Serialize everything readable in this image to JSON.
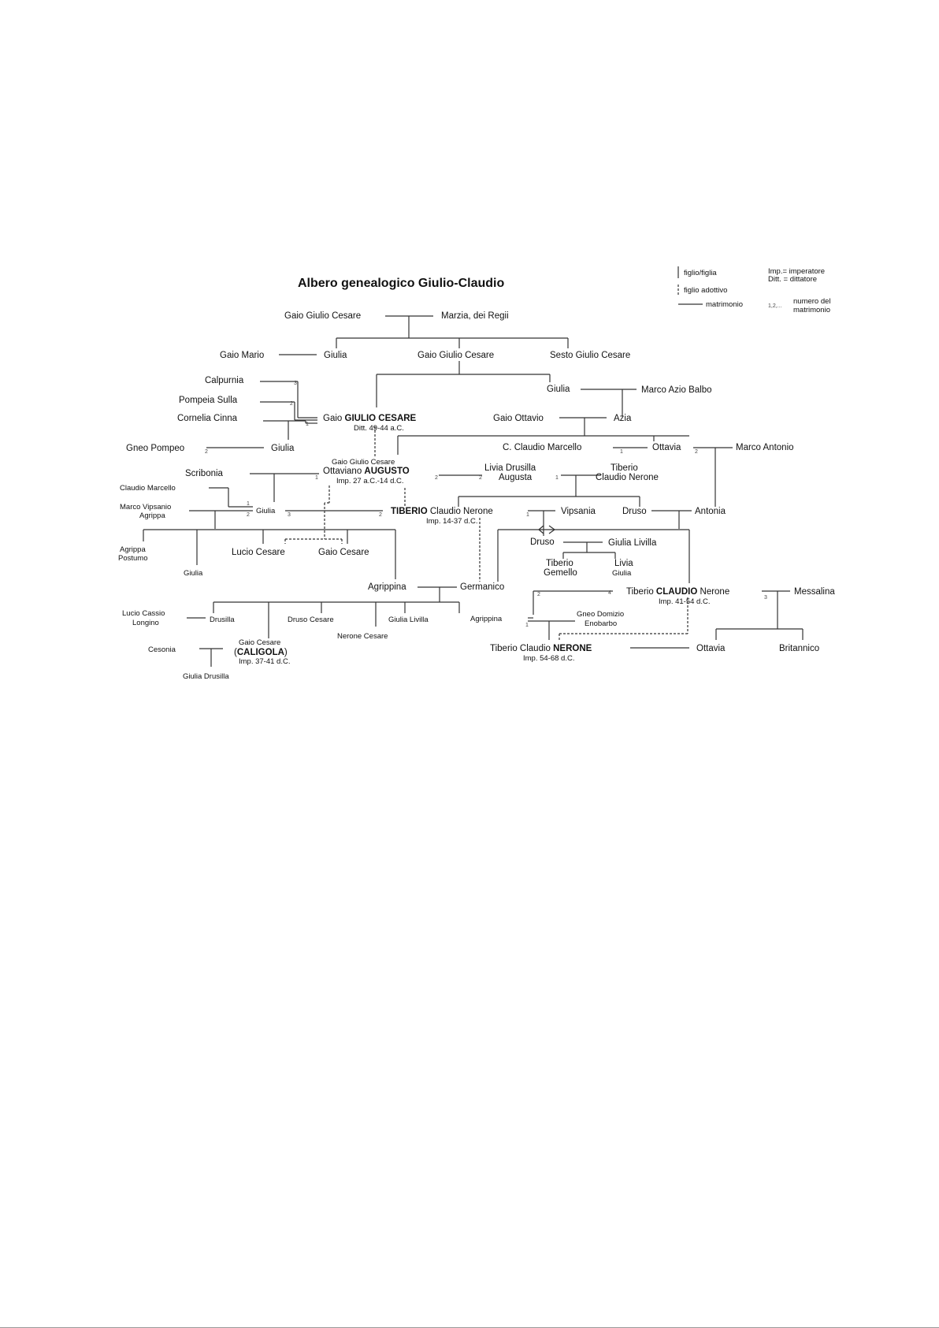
{
  "title": "Albero genealogico Giulio-Claudio",
  "legend": {
    "son": "figlio/figlia",
    "adopted": "figlio adottivo",
    "marriage": "matrimonio",
    "imp": "Imp.= imperatore",
    "ditt": "Ditt. = dittatore",
    "nums": "1,2,...",
    "num_label_1": "numero del",
    "num_label_2": "matrimonio"
  },
  "people": {
    "ggc_elder": "Gaio Giulio Cesare",
    "marzia": "Marzia, dei Regii",
    "gaio_mario": "Gaio Mario",
    "giulia_aunt": "Giulia",
    "ggc_father": "Gaio Giulio Cesare",
    "sesto": "Sesto Giulio Cesare",
    "calpurnia": "Calpurnia",
    "pompeia": "Pompeia Sulla",
    "cornelia": "Cornelia Cinna",
    "giulia_sister": "Giulia",
    "azio_balbo": "Marco Azio Balbo",
    "cesare_pre": "Gaio ",
    "cesare_bold": "GIULIO CESARE",
    "cesare_dates": "Ditt. 49-44 a.C.",
    "ottavio": "Gaio Ottavio",
    "azia": "Azia",
    "gneo_pompeo": "Gneo Pompeo",
    "giulia_pompeo": "Giulia",
    "marcello": "C. Claudio Marcello",
    "ottavia": "Ottavia",
    "antonio": "Marco Antonio",
    "aug_l1": "Gaio Giulio Cesare",
    "aug_pre": "Ottaviano ",
    "aug_bold": "AUGUSTO",
    "aug_dates": "Imp. 27 a.C.-14 d.C.",
    "scribonia": "Scribonia",
    "livia_1": "Livia Drusilla",
    "livia_2": "Augusta",
    "tib_nero_1": "Tiberio",
    "tib_nero_2": "Claudio Nerone",
    "claudio_marcello": "Claudio Marcello",
    "agrippa_1": "Marco Vipsanio",
    "agrippa_2": "Agrippa",
    "giulia_aug": "Giulia",
    "tib_bold": "TIBERIO",
    "tib_post": " Claudio Nerone",
    "tib_dates": "Imp. 14-37 d.C.",
    "vipsania": "Vipsania",
    "druso_maior": "Druso",
    "antonia": "Antonia",
    "druso_minor": "Druso",
    "livilla": "Giulia Livilla",
    "postumo_1": "Agrippa",
    "postumo_2": "Postumo",
    "lucio": "Lucio Cesare",
    "gaio_c": "Gaio Cesare",
    "giulia_minor": "Giulia",
    "gemello_1": "Tiberio",
    "gemello_2": "Gemello",
    "livia_giulia_1": "Livia",
    "livia_giulia_2": "Giulia",
    "agrippina_maior": "Agrippina",
    "germanico": "Germanico",
    "claudio_pre": "Tiberio ",
    "claudio_bold": "CLAUDIO",
    "claudio_post": " Nerone",
    "claudio_dates": "Imp. 41-54 d.C.",
    "messalina": "Messalina",
    "longino_1": "Lucio Cassio",
    "longino_2": "Longino",
    "drusilla": "Drusilla",
    "druso_cesare": "Druso Cesare",
    "livilla_2": "Giulia Livilla",
    "agrippina_minor": "Agrippina",
    "enobarbo_1": "Gneo Domizio",
    "enobarbo_2": "Enobarbo",
    "nerone_cesare": "Nerone Cesare",
    "cesonia": "Cesonia",
    "caligola_1": "Gaio Cesare",
    "caligola_2": "(",
    "caligola_bold": "CALIGOLA",
    "caligola_3": ")",
    "caligola_dates": "Imp. 37-41 d.C.",
    "nerone_pre": "Tiberio Claudio ",
    "nerone_bold": "NERONE",
    "nerone_dates": "Imp. 54-68 d.C.",
    "ottavia_2": "Ottavia",
    "britannico": "Britannico",
    "giulia_drusilla": "Giulia Drusilla"
  },
  "marriage_numbers": {
    "n1": "1",
    "n2": "2",
    "n3": "3",
    "n4": "4"
  }
}
